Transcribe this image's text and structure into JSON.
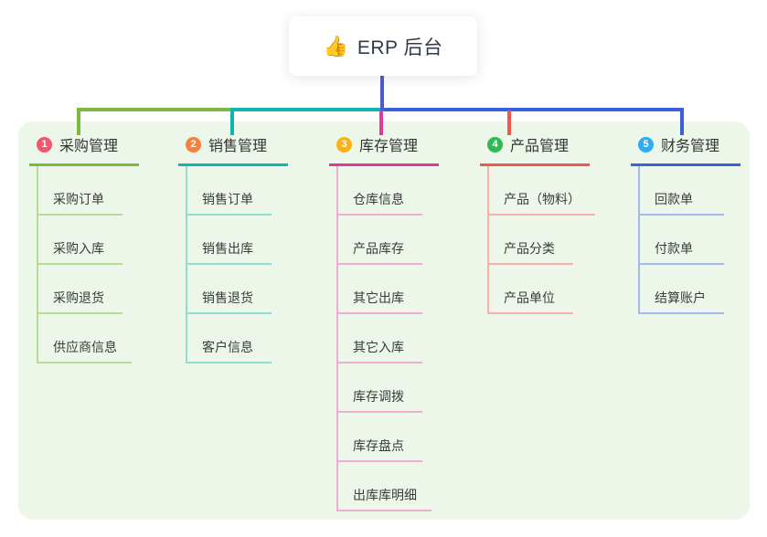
{
  "root": {
    "icon": "thumbs-up-emoji",
    "icon_glyph": "👍",
    "title": "ERP 后台",
    "stem_color": "#4d5ace"
  },
  "canvas": {
    "background": "#ffffff",
    "panel_background": "#ecf7e9",
    "text_color": "#333333"
  },
  "connectors": {
    "horizontal_segment_colors": [
      "#7cb93e",
      "#10b6ad",
      "#3b61d7"
    ],
    "drop_colors": [
      "#7cb93e",
      "#10b6ad",
      "#db3c98",
      "#f2574e",
      "#3b61d7"
    ]
  },
  "branches": [
    {
      "badge": "1",
      "title": "采购管理",
      "badge_color": "#f5566f",
      "line_color": "#7cb93e",
      "child_line_color": "#b9dc95",
      "children": [
        "采购订单",
        "采购入库",
        "采购退货",
        "供应商信息"
      ]
    },
    {
      "badge": "2",
      "title": "销售管理",
      "badge_color": "#f6813f",
      "line_color": "#10b6ad",
      "child_line_color": "#8fdcd5",
      "children": [
        "销售订单",
        "销售出库",
        "销售退货",
        "客户信息"
      ]
    },
    {
      "badge": "3",
      "title": "库存管理",
      "badge_color": "#fcb115",
      "line_color": "#db3c98",
      "child_line_color": "#efadd0",
      "children": [
        "仓库信息",
        "产品库存",
        "其它出库",
        "其它入库",
        "库存调拨",
        "库存盘点",
        "出库库明细"
      ]
    },
    {
      "badge": "4",
      "title": "产品管理",
      "badge_color": "#2fb954",
      "line_color": "#f2574e",
      "child_line_color": "#f8b0aa",
      "children": [
        "产品（物料）",
        "产品分类",
        "产品单位"
      ]
    },
    {
      "badge": "5",
      "title": "财务管理",
      "badge_color": "#2fadf2",
      "line_color": "#3b61d7",
      "child_line_color": "#a5b9ea",
      "children": [
        "回款单",
        "付款单",
        "结算账户"
      ]
    }
  ]
}
